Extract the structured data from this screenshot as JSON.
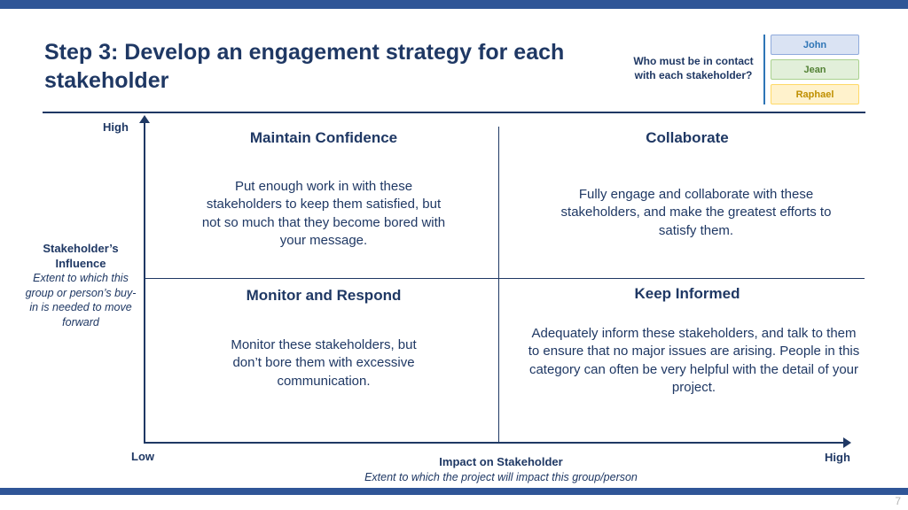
{
  "slide": {
    "title": "Step 3: Develop an engagement strategy for each stakeholder",
    "page_number": "7"
  },
  "legend": {
    "question": "Who must be in contact with each stakeholder?",
    "items": [
      {
        "label": "John",
        "bg": "#dae3f3",
        "border": "#8faadc",
        "color": "#2e75b6"
      },
      {
        "label": "Jean",
        "bg": "#e2efda",
        "border": "#a9d18e",
        "color": "#538135"
      },
      {
        "label": "Raphael",
        "bg": "#fff2cc",
        "border": "#ffd966",
        "color": "#bf8f00"
      }
    ]
  },
  "matrix": {
    "y_axis": {
      "title": "Stakeholder’s Influence",
      "description": "Extent to which this group or person’s buy-in is needed to move forward",
      "top_label": "High",
      "bottom_label": "Low"
    },
    "x_axis": {
      "title": "Impact on Stakeholder",
      "description": "Extent to which the project will impact this group/person",
      "right_label": "High"
    },
    "quadrants": [
      {
        "position": "top-left",
        "title": "Maintain Confidence",
        "body": "Put enough work in with these stakeholders to keep them satisfied, but not so much that they become bored with your message."
      },
      {
        "position": "top-right",
        "title": "Collaborate",
        "body": "Fully engage and collaborate with these stakeholders, and make the greatest efforts to satisfy them."
      },
      {
        "position": "bottom-left",
        "title": "Monitor and Respond",
        "body": "Monitor these stakeholders, but don’t bore them with excessive communication."
      },
      {
        "position": "bottom-right",
        "title": "Keep Informed",
        "body": "Adequately inform these stakeholders, and talk to them to ensure that no major issues are arising. People in this category can often be very helpful with the detail of your project."
      }
    ]
  },
  "colors": {
    "accent_navy": "#1f3864",
    "bar_blue": "#2f5597",
    "legend_bracket_blue": "#2e75b6",
    "page_number_gray": "#b3b3b3"
  }
}
